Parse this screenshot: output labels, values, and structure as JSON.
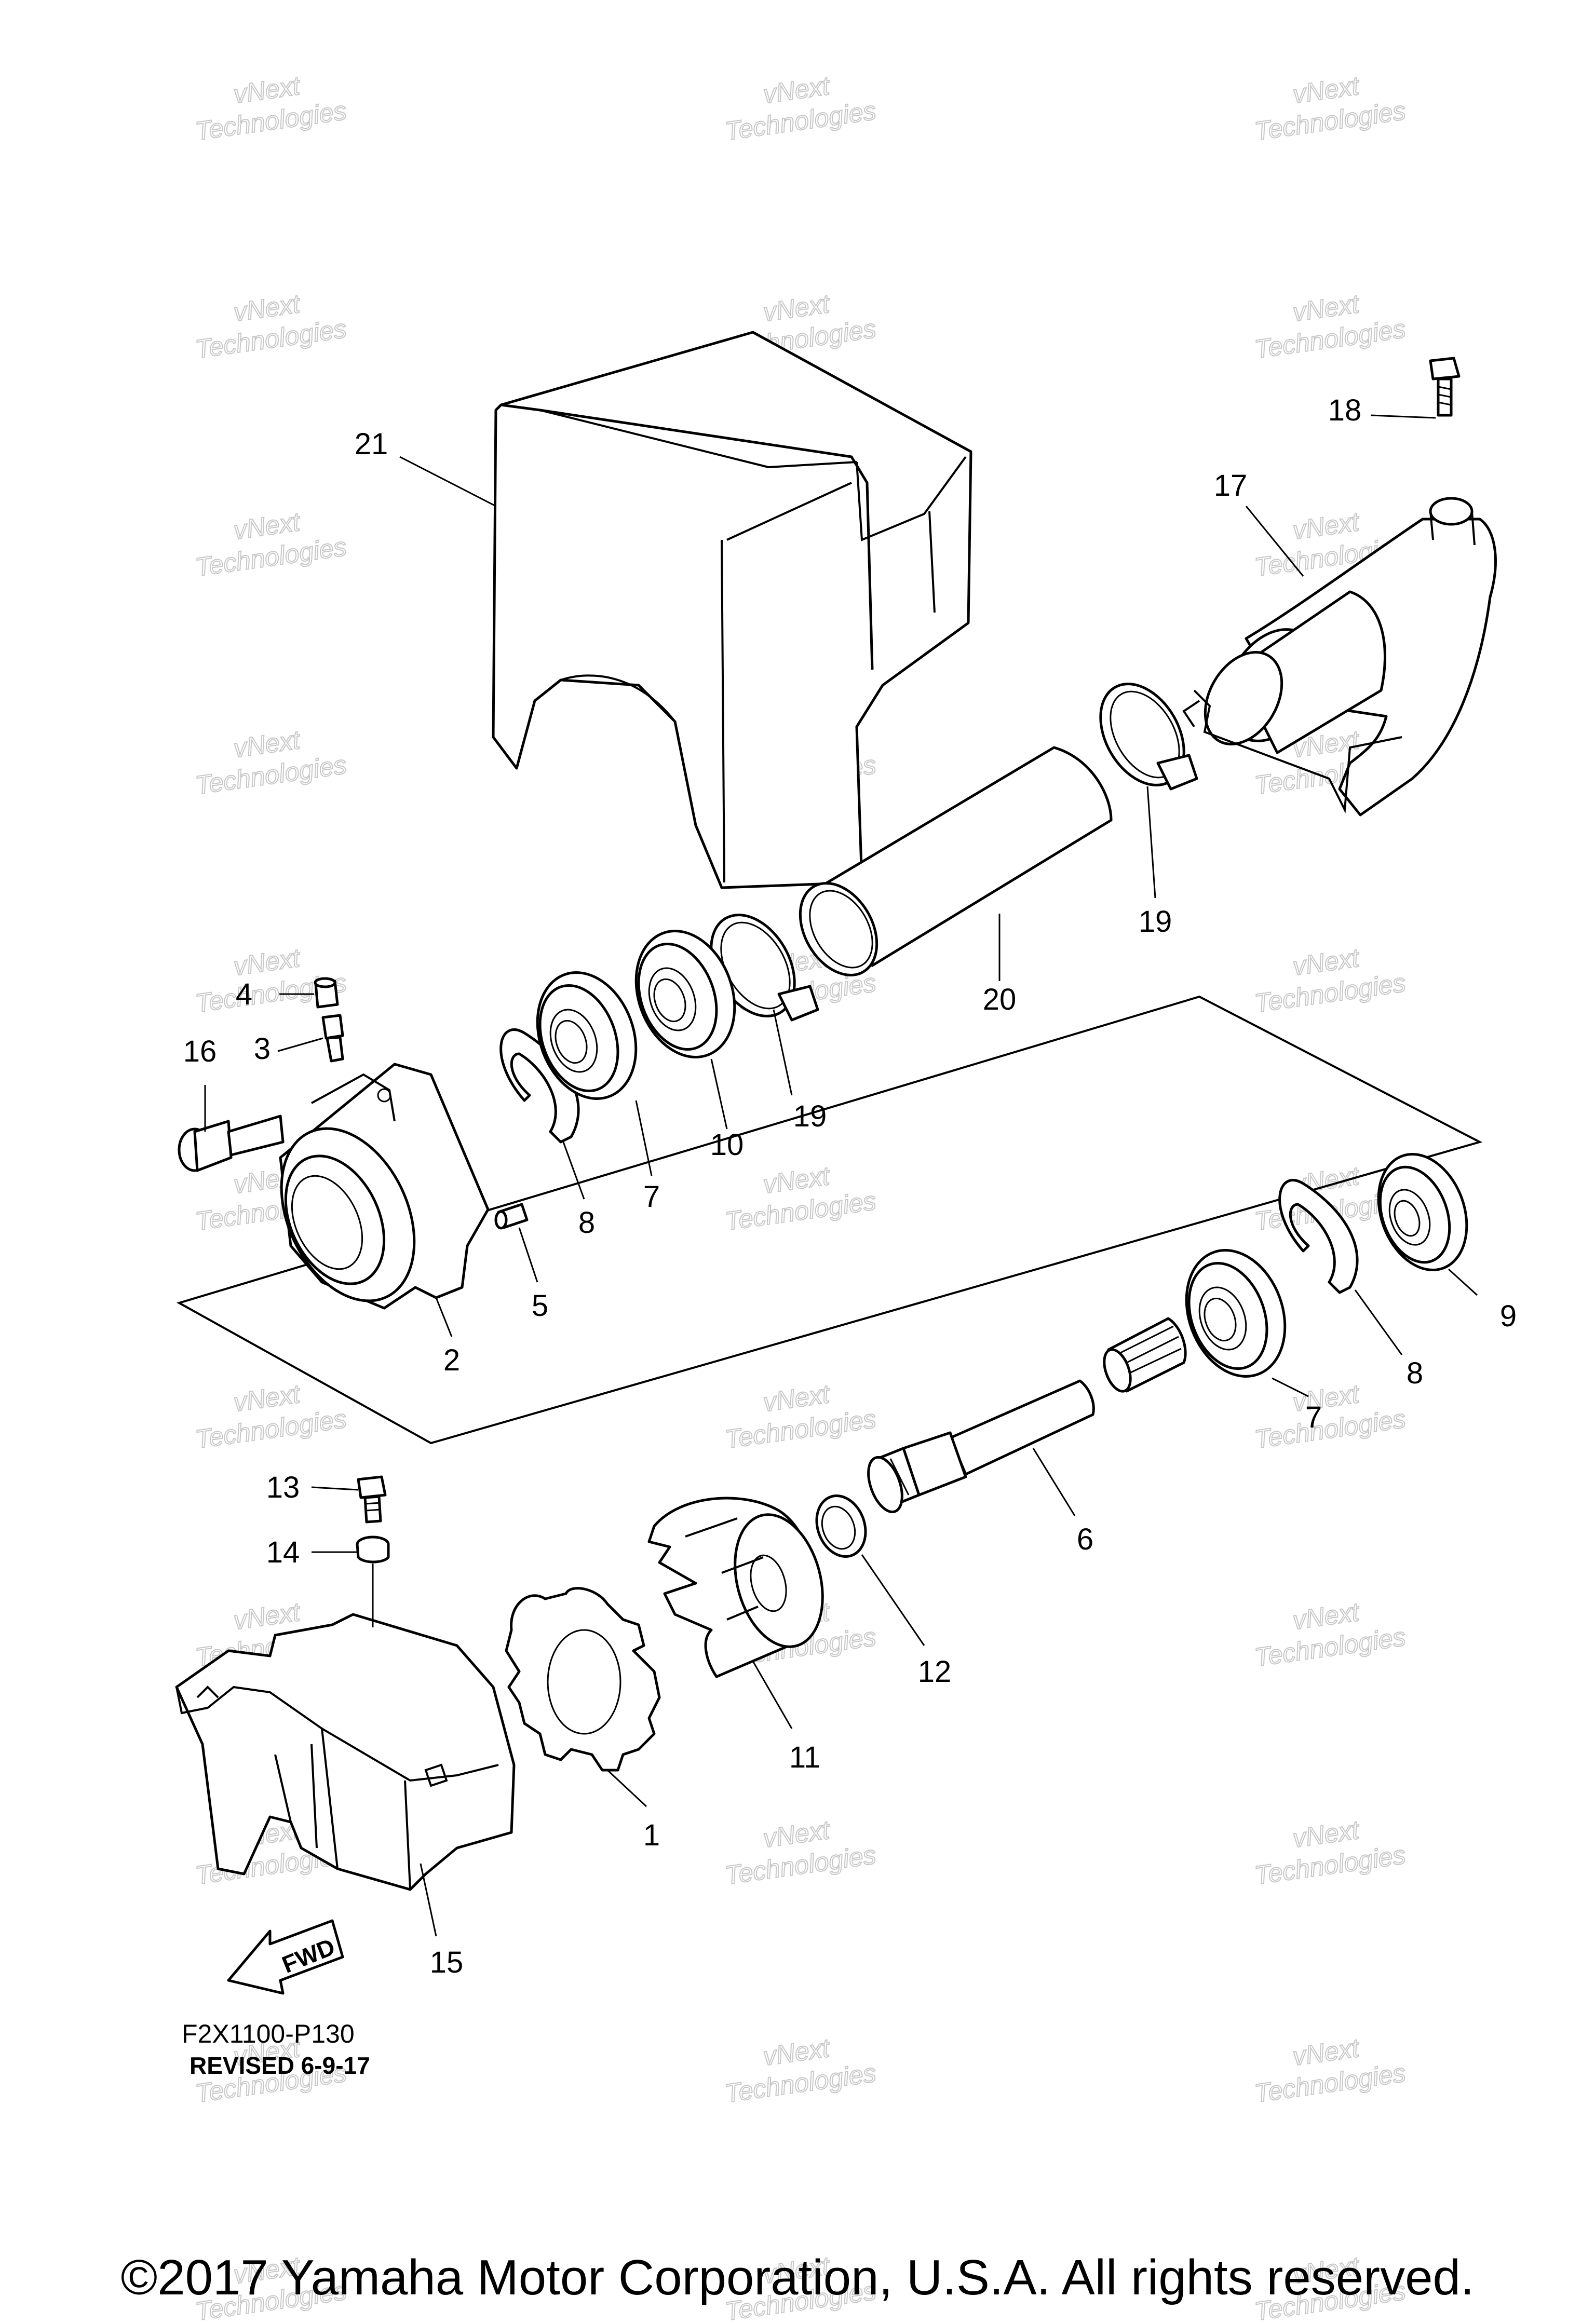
{
  "watermark": {
    "line1": "vNext",
    "line2": "Technologies"
  },
  "callouts": [
    "1",
    "2",
    "3",
    "4",
    "5",
    "6",
    "7",
    "7",
    "8",
    "8",
    "9",
    "10",
    "11",
    "12",
    "13",
    "14",
    "15",
    "16",
    "17",
    "18",
    "19",
    "19",
    "20",
    "21"
  ],
  "fwd_label": "FWD",
  "reference_code": "F2X1100-P130",
  "revision": "REVISED 6-9-17",
  "copyright": "©2017 Yamaha Motor Corporation, U.S.A. All rights reserved."
}
